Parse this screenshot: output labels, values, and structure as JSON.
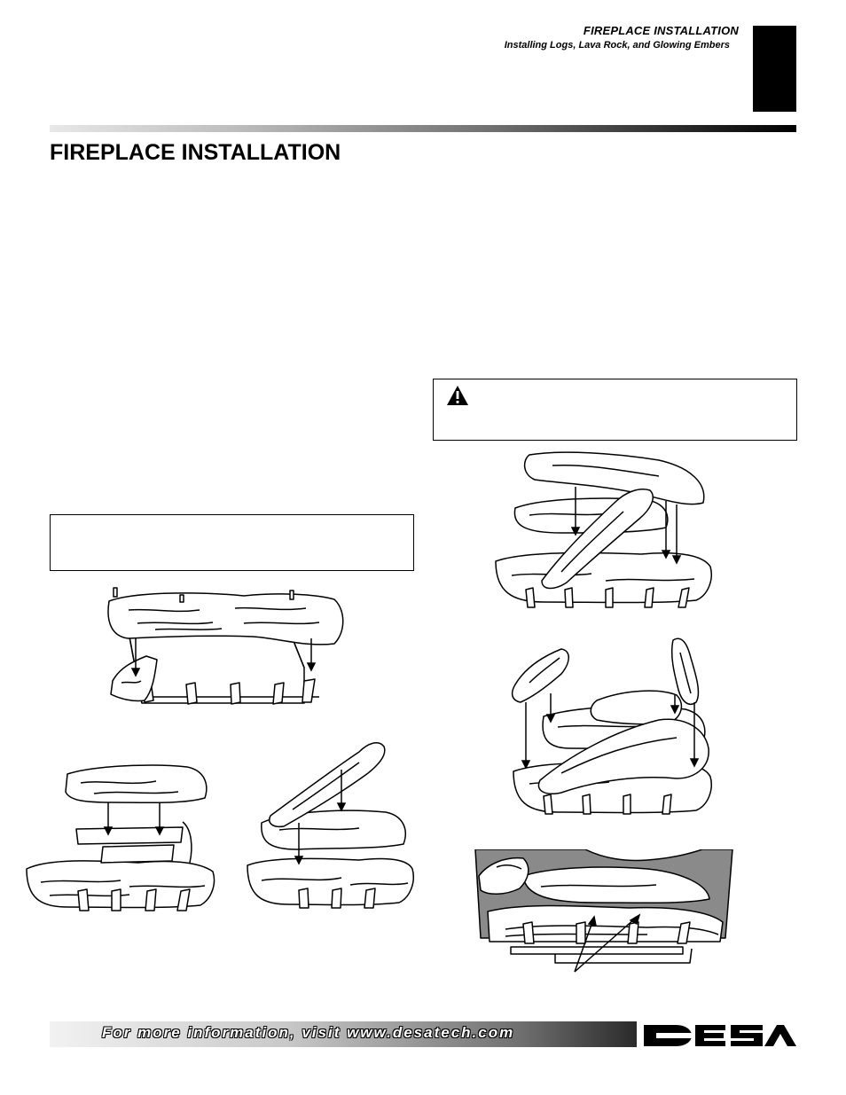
{
  "header": {
    "section": "FIREPLACE INSTALLATION",
    "subsection": "Installing Logs, Lava Rock, and Glowing Embers"
  },
  "page_title": "FIREPLACE INSTALLATION",
  "footer": {
    "text": "For more information, visit www.desatech.com",
    "logo_text": "DESA"
  },
  "icons": {
    "warning": "warning-triangle-icon"
  },
  "colors": {
    "black": "#000000",
    "white": "#ffffff",
    "ember_gray": "#8a8a8a"
  }
}
